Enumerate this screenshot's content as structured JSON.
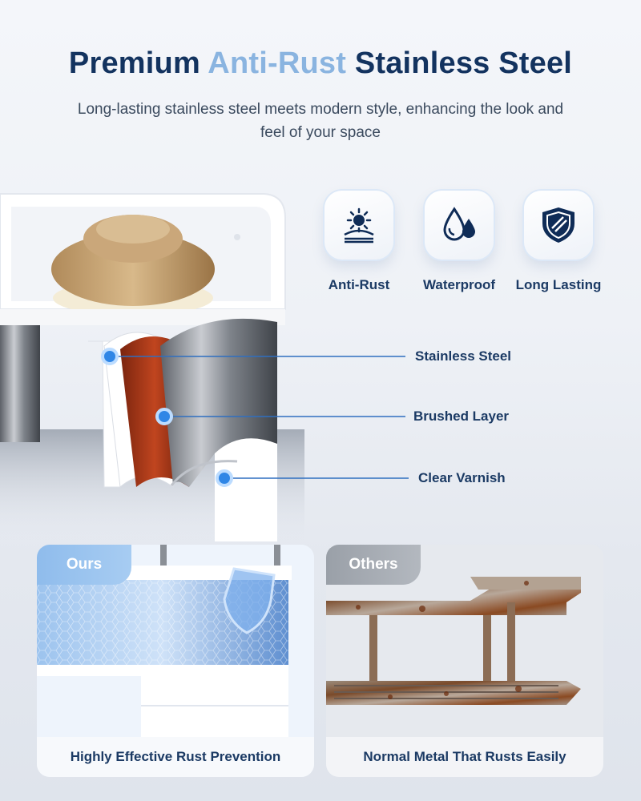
{
  "header": {
    "title_pre": "Premium ",
    "title_accent": "Anti-Rust",
    "title_post": " Stainless Steel",
    "subtitle": "Long-lasting stainless steel meets modern style, enhancing the look and feel of your space"
  },
  "features": [
    {
      "icon": "anti-rust-icon",
      "label": "Anti-Rust"
    },
    {
      "icon": "water-drops-icon",
      "label": "Waterproof"
    },
    {
      "icon": "shield-icon",
      "label": "Long Lasting"
    }
  ],
  "layers": [
    {
      "label": "Stainless Steel"
    },
    {
      "label": "Brushed Layer"
    },
    {
      "label": "Clear Varnish"
    }
  ],
  "comparison": {
    "ours": {
      "tag": "Ours",
      "caption": "Highly Effective Rust Prevention"
    },
    "others": {
      "tag": "Others",
      "caption": "Normal Metal That Rusts Easily"
    }
  },
  "colors": {
    "title": "#13335f",
    "accent": "#8ab4e0",
    "callout_line": "#2f6fc0",
    "dot": "#2f86e6"
  }
}
